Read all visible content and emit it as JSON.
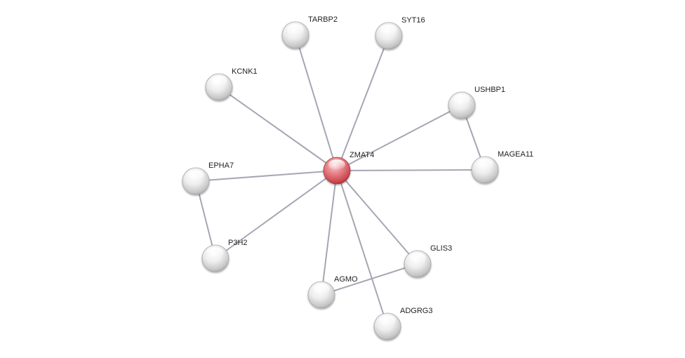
{
  "network": {
    "nodes": [
      {
        "id": "ZMAT4",
        "label": "ZMAT4",
        "query": true
      },
      {
        "id": "TARBP2",
        "label": "TARBP2"
      },
      {
        "id": "SYT16",
        "label": "SYT16"
      },
      {
        "id": "KCNK1",
        "label": "KCNK1"
      },
      {
        "id": "USHBP1",
        "label": "USHBP1"
      },
      {
        "id": "MAGEA11",
        "label": "MAGEA11"
      },
      {
        "id": "EPHA7",
        "label": "EPHA7"
      },
      {
        "id": "P3H2",
        "label": "P3H2"
      },
      {
        "id": "GLIS3",
        "label": "GLIS3"
      },
      {
        "id": "AGMO",
        "label": "AGMO"
      },
      {
        "id": "ADGRG3",
        "label": "ADGRG3"
      }
    ],
    "edges": [
      {
        "source": "ZMAT4",
        "target": "TARBP2"
      },
      {
        "source": "ZMAT4",
        "target": "SYT16"
      },
      {
        "source": "ZMAT4",
        "target": "KCNK1"
      },
      {
        "source": "ZMAT4",
        "target": "USHBP1"
      },
      {
        "source": "ZMAT4",
        "target": "MAGEA11"
      },
      {
        "source": "ZMAT4",
        "target": "EPHA7"
      },
      {
        "source": "ZMAT4",
        "target": "P3H2"
      },
      {
        "source": "ZMAT4",
        "target": "GLIS3"
      },
      {
        "source": "ZMAT4",
        "target": "AGMO"
      },
      {
        "source": "ZMAT4",
        "target": "ADGRG3"
      },
      {
        "source": "USHBP1",
        "target": "MAGEA11"
      },
      {
        "source": "EPHA7",
        "target": "P3H2"
      },
      {
        "source": "AGMO",
        "target": "GLIS3"
      }
    ],
    "colors": {
      "query_node": "#d9535a",
      "node": "#d8d8d8",
      "edge": "#a6a6b4",
      "label": "#222222"
    }
  }
}
